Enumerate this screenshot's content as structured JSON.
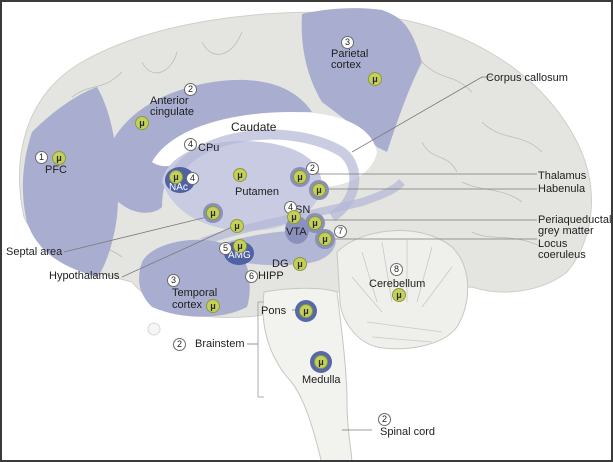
{
  "diagram": {
    "title": "Mu-opioid receptor distribution in the brain (sagittal section)",
    "receptor_symbol": "μ",
    "colors": {
      "brain_tissue": "#e4e4e0",
      "highlight_region": "#a9aed0",
      "deep_region": "#5a6aa8",
      "receptor_marker": "#c4d05c",
      "line": "#6b6b6b"
    },
    "regions": [
      {
        "id": "pfc",
        "label": "PFC",
        "number": "1",
        "has_receptor": true
      },
      {
        "id": "anterior-cingulate",
        "label": "Anterior cingulate",
        "number": "2",
        "has_receptor": true
      },
      {
        "id": "parietal-cortex",
        "label": "Parietal cortex",
        "number": "3",
        "has_receptor": true
      },
      {
        "id": "caudate",
        "label": "Caudate",
        "number": "",
        "has_receptor": false
      },
      {
        "id": "cpu",
        "label": "CPu",
        "number": "4",
        "has_receptor": false
      },
      {
        "id": "nac",
        "label": "NAc",
        "number": "4",
        "has_receptor": true
      },
      {
        "id": "putamen",
        "label": "Putamen",
        "number": "",
        "has_receptor": true
      },
      {
        "id": "thalamus",
        "label": "Thalamus",
        "number": "2",
        "has_receptor": true
      },
      {
        "id": "habenula",
        "label": "Habenula",
        "number": "",
        "has_receptor": true
      },
      {
        "id": "sn",
        "label": "SN",
        "number": "4",
        "has_receptor": true
      },
      {
        "id": "vta",
        "label": "VTA",
        "number": "",
        "has_receptor": true
      },
      {
        "id": "periaqueductal",
        "label": "Periaqueductal grey matter",
        "number": "",
        "has_receptor": true
      },
      {
        "id": "locus-coeruleus",
        "label": "Locus coeruleus",
        "number": "7",
        "has_receptor": true
      },
      {
        "id": "septal-area",
        "label": "Septal area",
        "number": "",
        "has_receptor": true
      },
      {
        "id": "hypothalamus",
        "label": "Hypothalamus",
        "number": "",
        "has_receptor": true
      },
      {
        "id": "amg",
        "label": "AMG",
        "number": "5",
        "has_receptor": true
      },
      {
        "id": "dg",
        "label": "DG",
        "number": "",
        "has_receptor": true
      },
      {
        "id": "hipp",
        "label": "HIPP",
        "number": "6",
        "has_receptor": false
      },
      {
        "id": "temporal-cortex",
        "label": "Temporal cortex",
        "number": "3",
        "has_receptor": true
      },
      {
        "id": "cerebellum",
        "label": "Cerebellum",
        "number": "8",
        "has_receptor": true
      },
      {
        "id": "pons",
        "label": "Pons",
        "number": "",
        "has_receptor": true
      },
      {
        "id": "medulla",
        "label": "Medulla",
        "number": "",
        "has_receptor": true
      },
      {
        "id": "brainstem",
        "label": "Brainstem",
        "number": "2",
        "has_receptor": false
      },
      {
        "id": "spinal-cord",
        "label": "Spinal cord",
        "number": "2",
        "has_receptor": false
      },
      {
        "id": "corpus-callosum",
        "label": "Corpus callosum",
        "number": "",
        "has_receptor": false
      }
    ],
    "labels": {
      "pfc": "PFC",
      "anterior_cingulate_1": "Anterior",
      "anterior_cingulate_2": "cingulate",
      "parietal_1": "Parietal",
      "parietal_2": "cortex",
      "caudate": "Caudate",
      "cpu": "CPu",
      "nac": "NAc",
      "putamen": "Putamen",
      "thalamus": "Thalamus",
      "habenula": "Habenula",
      "sn": "SN",
      "vta": "VTA",
      "periaqueductal_1": "Periaqueductal",
      "periaqueductal_2": "grey matter",
      "locus_1": "Locus",
      "locus_2": "coeruleus",
      "septal": "Septal area",
      "hypothalamus": "Hypothalamus",
      "amg": "AMG",
      "dg": "DG",
      "hipp": "HIPP",
      "temporal_1": "Temporal",
      "temporal_2": "cortex",
      "cerebellum": "Cerebellum",
      "pons": "Pons",
      "medulla": "Medulla",
      "brainstem": "Brainstem",
      "spinal_cord": "Spinal cord",
      "corpus_callosum": "Corpus callosum"
    },
    "numbers": {
      "pfc": "1",
      "anterior_cingulate": "2",
      "parietal": "3",
      "cpu": "4",
      "nac": "4",
      "thalamus": "2",
      "sn": "4",
      "locus": "7",
      "amg": "5",
      "hipp": "6",
      "temporal": "3",
      "cerebellum": "8",
      "brainstem": "2",
      "spinal_cord": "2"
    }
  }
}
